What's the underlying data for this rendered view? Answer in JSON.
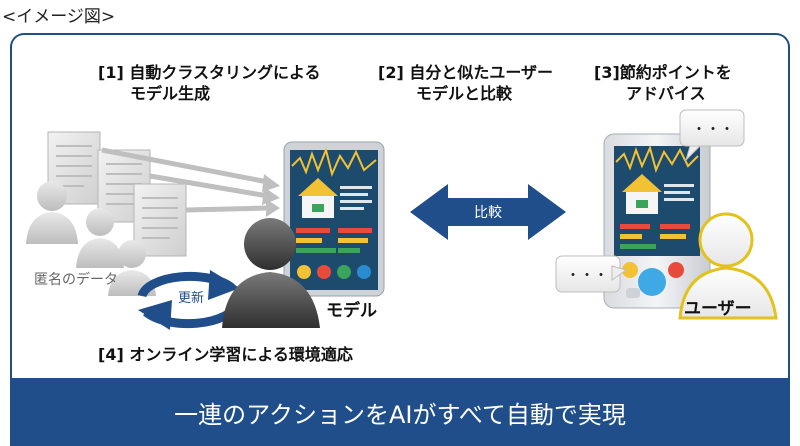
{
  "caption": "<イメージ図>",
  "steps": {
    "step1": {
      "line1": "[1] 自動クラスタリングによる",
      "line2": "モデル生成"
    },
    "step2": {
      "line1": "[2] 自分と似たユーザー",
      "line2": "モデルと比較"
    },
    "step3": {
      "line1": "[3]節約ポイントを",
      "line2": "アドバイス"
    },
    "step4": {
      "line1": "[4] オンライン学習による環境適応"
    }
  },
  "labels": {
    "anonymous_data": "匿名のデータ",
    "update": "更新",
    "model": "モデル",
    "compare": "比較",
    "user": "ユーザー",
    "speech_dots": "・・・"
  },
  "bottom_banner": "一連のアクションをAIがすべて自動で実現",
  "colors": {
    "accent_blue": "#1f4e8a",
    "phone_screen": "#1d4b6e",
    "user_outline": "#e2c21b"
  }
}
